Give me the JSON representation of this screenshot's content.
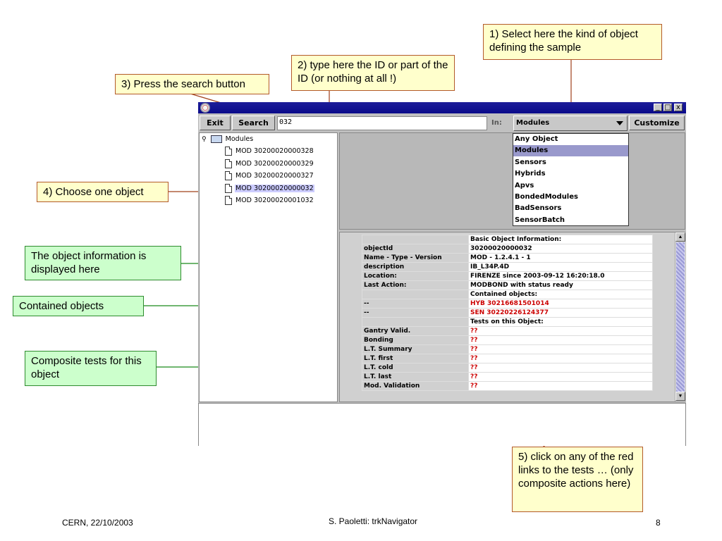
{
  "callouts": {
    "select_kind": "1) Select here the kind of object defining the sample",
    "type_id": "2) type here the ID or part of the ID (or nothing at all !)",
    "press_search": "3) Press the search button",
    "choose_object": "4) Choose one object",
    "object_info": "The object information is displayed here",
    "contained": "Contained objects",
    "composite_tests": "Composite tests for this object",
    "click_links": "5) click on any of the red links to the tests … (only composite actions here)"
  },
  "window": {
    "minimize": "_",
    "maximize": "□",
    "close": "x"
  },
  "toolbar": {
    "exit_label": "Exit",
    "search_label": "Search",
    "search_value": "032",
    "in_label": "In:",
    "kind_selected": "Modules",
    "customize_label": "Customize"
  },
  "tree": {
    "root": "Modules",
    "items": [
      {
        "label": "MOD 30200020000328",
        "selected": false
      },
      {
        "label": "MOD 30200020000329",
        "selected": false
      },
      {
        "label": "MOD 30200020000327",
        "selected": false
      },
      {
        "label": "MOD 30200020000032",
        "selected": true
      },
      {
        "label": "MOD 30200020001032",
        "selected": false
      }
    ]
  },
  "dropdown": {
    "options": [
      "Any Object",
      "Modules",
      "Sensors",
      "Hybrids",
      "Apvs",
      "BondedModules",
      "BadSensors",
      "SensorBatch"
    ],
    "selected_index": 1
  },
  "info": {
    "rows": [
      {
        "key": "",
        "value": "Basic Object Information:",
        "red": false
      },
      {
        "key": "objectId",
        "value": "30200020000032",
        "red": false
      },
      {
        "key": "Name - Type - Version",
        "value": "MOD - 1.2.4.1 - 1",
        "red": false
      },
      {
        "key": "description",
        "value": "IB_L34P.4D",
        "red": false
      },
      {
        "key": "Location:",
        "value": "FIRENZE since 2003-09-12 16:20:18.0",
        "red": false
      },
      {
        "key": "Last Action:",
        "value": "MODBOND with status ready",
        "red": false
      },
      {
        "key": "",
        "value": "Contained objects:",
        "red": false
      },
      {
        "key": "--",
        "value": "HYB 30216681501014",
        "red": true
      },
      {
        "key": "--",
        "value": "SEN 30220226124377",
        "red": true
      },
      {
        "key": "",
        "value": "Tests on this Object:",
        "red": false
      },
      {
        "key": "Gantry Valid.",
        "value": "??",
        "red": true
      },
      {
        "key": "Bonding",
        "value": "??",
        "red": true
      },
      {
        "key": "L.T. Summary",
        "value": "??",
        "red": true
      },
      {
        "key": "L.T. first",
        "value": "??",
        "red": true
      },
      {
        "key": "L.T. cold",
        "value": "??",
        "red": true
      },
      {
        "key": "L.T. last",
        "value": "??",
        "red": true
      },
      {
        "key": "Mod. Validation",
        "value": "??",
        "red": true
      }
    ]
  },
  "footer": {
    "left": "CERN, 22/10/2003",
    "center": "S. Paoletti: trkNavigator",
    "page": "8"
  },
  "colors": {
    "titlebar": "#0a0a8a",
    "callout_yellow": "#ffffcc",
    "callout_green": "#ccffcc",
    "link_red": "#cc0000",
    "selection": "#9999cc"
  }
}
